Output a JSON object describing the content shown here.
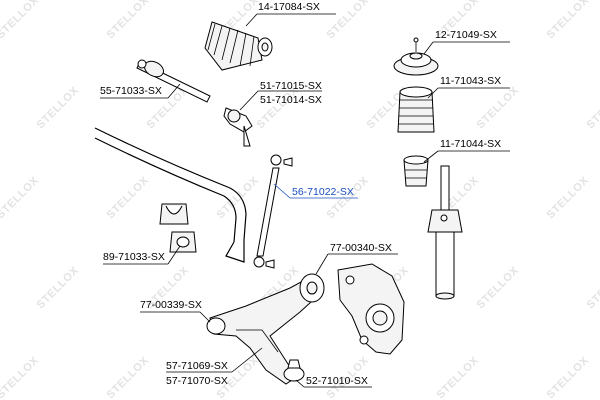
{
  "watermark": "STELLOX",
  "highlight_color": "#1a4fc0",
  "parts": [
    {
      "id": "p1",
      "label": "14-17084-SX"
    },
    {
      "id": "p2",
      "label": "12-71049-SX"
    },
    {
      "id": "p3",
      "label": "55-71033-SX"
    },
    {
      "id": "p4",
      "label": "51-71015-SX"
    },
    {
      "id": "p5",
      "label": "51-71014-SX"
    },
    {
      "id": "p6",
      "label": "11-71043-SX"
    },
    {
      "id": "p7",
      "label": "11-71044-SX"
    },
    {
      "id": "p8",
      "label": "56-71022-SX",
      "highlighted": true
    },
    {
      "id": "p9",
      "label": "77-00340-SX"
    },
    {
      "id": "p10",
      "label": "89-71033-SX"
    },
    {
      "id": "p11",
      "label": "77-00339-SX"
    },
    {
      "id": "p12",
      "label": "57-71069-SX"
    },
    {
      "id": "p13",
      "label": "57-71070-SX"
    },
    {
      "id": "p14",
      "label": "52-71010-SX"
    }
  ]
}
